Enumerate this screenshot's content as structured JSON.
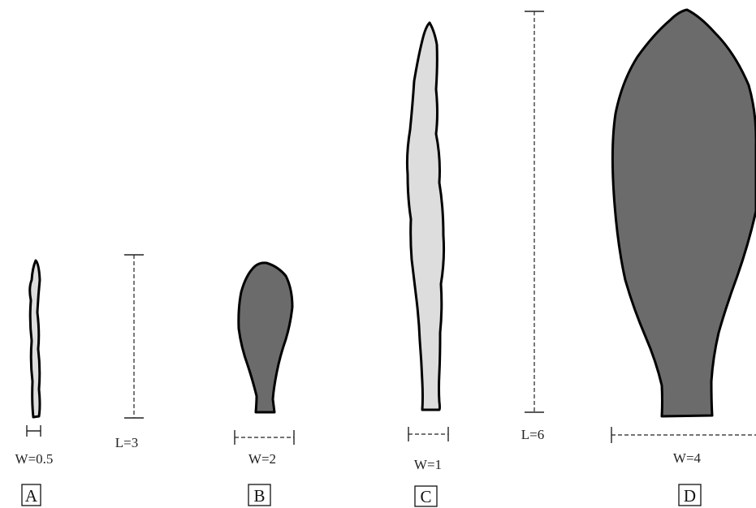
{
  "figure": {
    "shapes": [
      {
        "id": "A",
        "fill": "#dddddd",
        "width_label": "W=0.5",
        "panel_label": "A"
      },
      {
        "id": "B",
        "fill": "#6b6b6b",
        "width_label": "W=2",
        "panel_label": "B"
      },
      {
        "id": "C",
        "fill": "#dddddd",
        "width_label": "W=1",
        "panel_label": "C"
      },
      {
        "id": "D",
        "fill": "#6b6b6b",
        "width_label": "W=4",
        "panel_label": "D"
      }
    ],
    "length_bars": [
      {
        "label": "L=3"
      },
      {
        "label": "L=6"
      }
    ],
    "colors": {
      "light_leaf": "#dddddd",
      "dark_leaf": "#6b6b6b",
      "outline": "#000000"
    }
  }
}
